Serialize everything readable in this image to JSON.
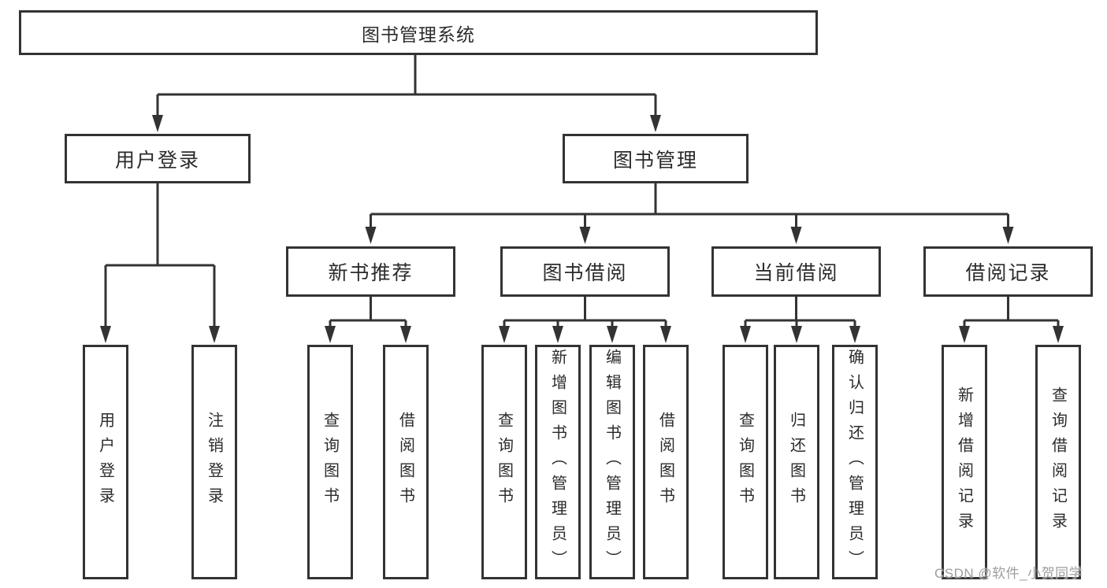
{
  "diagram": {
    "type": "hierarchy-tree",
    "orientation": "top-down",
    "colors": {
      "line": "#333333",
      "box_border": "#333333",
      "box_fill": "#ffffff",
      "text": "#2b2b2b",
      "watermark": "#9d9d9d",
      "background": "#ffffff"
    }
  },
  "tree": {
    "label": "图书管理系统",
    "children": [
      {
        "label": "用户登录",
        "children": [
          {
            "label": "用户登录"
          },
          {
            "label": "注销登录"
          }
        ]
      },
      {
        "label": "图书管理",
        "children": [
          {
            "label": "新书推荐",
            "children": [
              {
                "label": "查询图书"
              },
              {
                "label": "借阅图书"
              }
            ]
          },
          {
            "label": "图书借阅",
            "children": [
              {
                "label": "查询图书"
              },
              {
                "label": "新增图书（管理员）"
              },
              {
                "label": "编辑图书（管理员）"
              },
              {
                "label": "借阅图书"
              }
            ]
          },
          {
            "label": "当前借阅",
            "children": [
              {
                "label": "查询图书"
              },
              {
                "label": "归还图书"
              },
              {
                "label": "确认归还（管理员）"
              }
            ]
          },
          {
            "label": "借阅记录",
            "children": [
              {
                "label": "新增借阅记录"
              },
              {
                "label": "查询借阅记录"
              }
            ]
          }
        ]
      }
    ]
  },
  "watermark": {
    "text": "CSDN @软件_小贺同学"
  }
}
